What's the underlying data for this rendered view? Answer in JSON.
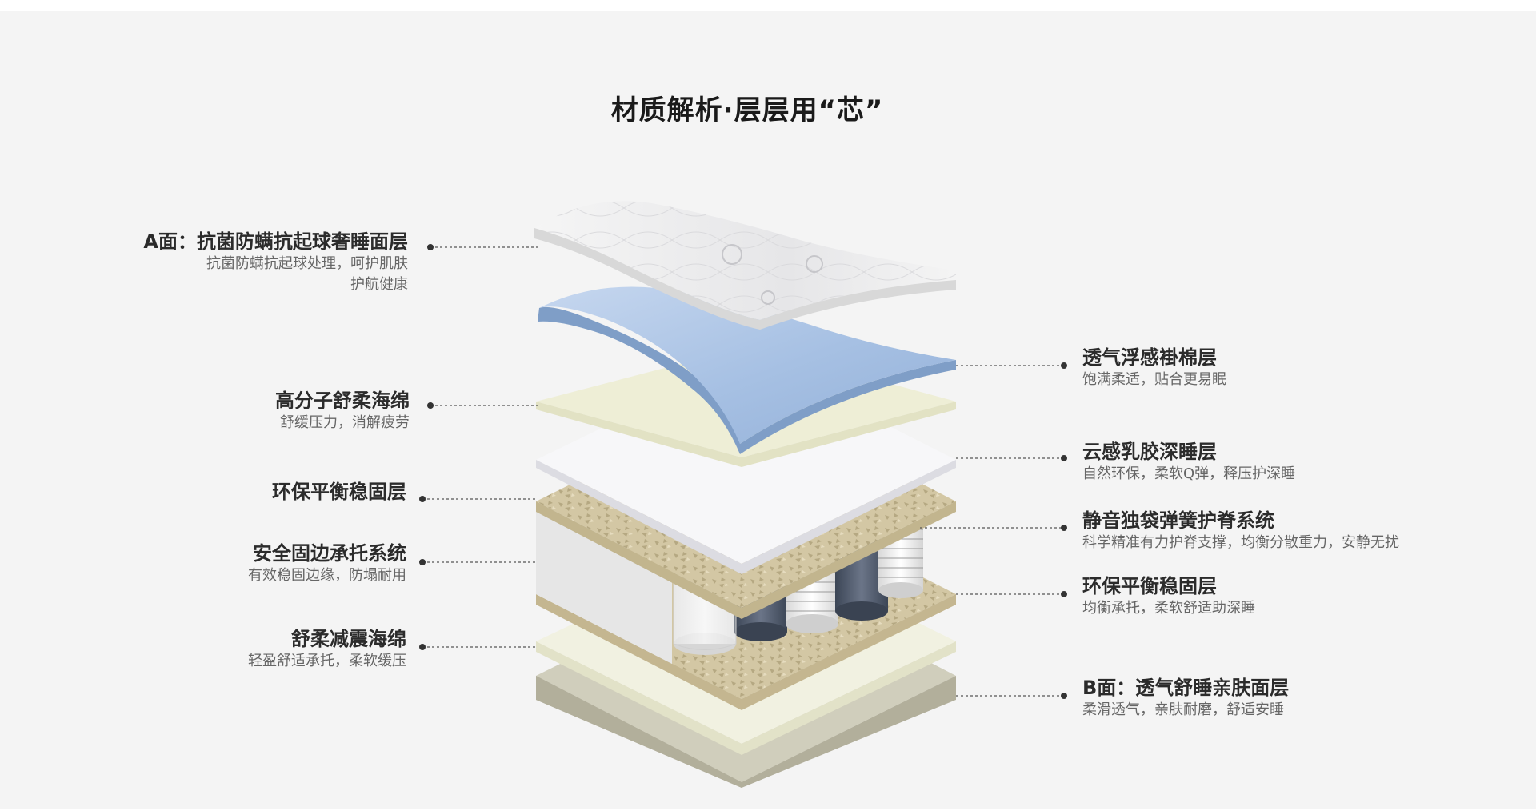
{
  "title": "材质解析·层层用“芯”",
  "labels": {
    "a_surface": {
      "title": "A面：抗菌防螨抗起球奢睡面层",
      "desc": "抗菌防螨抗起球处理，呵护肌肤",
      "desc2": "护航健康"
    },
    "breathable_cotton": {
      "title": "透气浮感褂棉层",
      "desc": "饱满柔适，贴合更易眠"
    },
    "polymer_foam": {
      "title": "高分子舒柔海绵",
      "desc": "舒缓压力，消解疲劳"
    },
    "latex": {
      "title": "云感乳胶深睡层",
      "desc": "自然环保，柔软Q弹，释压护深睡"
    },
    "stable_top": {
      "title": "环保平衡稳固层"
    },
    "springs": {
      "title": "静音独袋弹簧护脊系统",
      "desc": "科学精准有力护脊支撑，均衡分散重力，安静无扰"
    },
    "edge": {
      "title": "安全固边承托系统",
      "desc": "有效稳固边缘，防塌耐用"
    },
    "stable_bottom": {
      "title": "环保平衡稳固层",
      "desc": "均衡承托，柔软舒适助深睡"
    },
    "shock_foam": {
      "title": "舒柔减震海绵",
      "desc": "轻盈舒适承托，柔软缓压"
    },
    "b_surface": {
      "title": "B面：透气舒睡亲肤面层",
      "desc": "柔滑透气，亲肤耐磨，舒适安睡"
    }
  },
  "colors": {
    "background": "#f4f4f4",
    "quilt": "#eeeeee",
    "blue_layer": "#a9c3e4",
    "cream_foam": "#efefd9",
    "latex": "#f0f0f3",
    "felt": "#cfc29e",
    "spring_dark": "#4a5566",
    "bottom": "#b8b5a2"
  }
}
